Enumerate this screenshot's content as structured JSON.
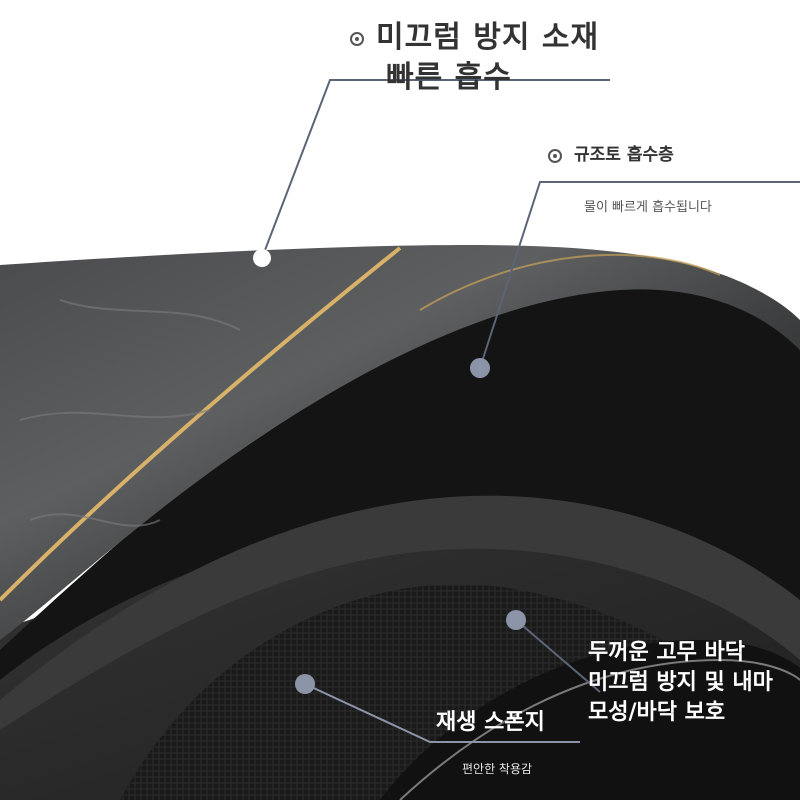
{
  "callouts": {
    "top_feature": {
      "line1": "미끄럼 방지 소재",
      "line2": "빠른 흡수"
    },
    "diatomite": {
      "title": "규조토 흡수층",
      "subtitle": "물이 빠르게 흡수됩니다"
    },
    "rubber": {
      "line1": "두꺼운 고무 바닥",
      "line2": "미끄럼 방지 및 내마",
      "line3": "모성/바닥 보호"
    },
    "sponge": {
      "title": "재생 스폰지",
      "subtitle": "편안한 착용감"
    }
  },
  "colors": {
    "marble_dark": "#3a3b3c",
    "marble_light": "#6b6d6e",
    "gold_line": "#d9b26a",
    "black_layer": "#141414",
    "sponge": "#2a2a2a",
    "mesh": "#1c1c1c",
    "dot": "#8c94a8",
    "leader": "#5c6478"
  }
}
